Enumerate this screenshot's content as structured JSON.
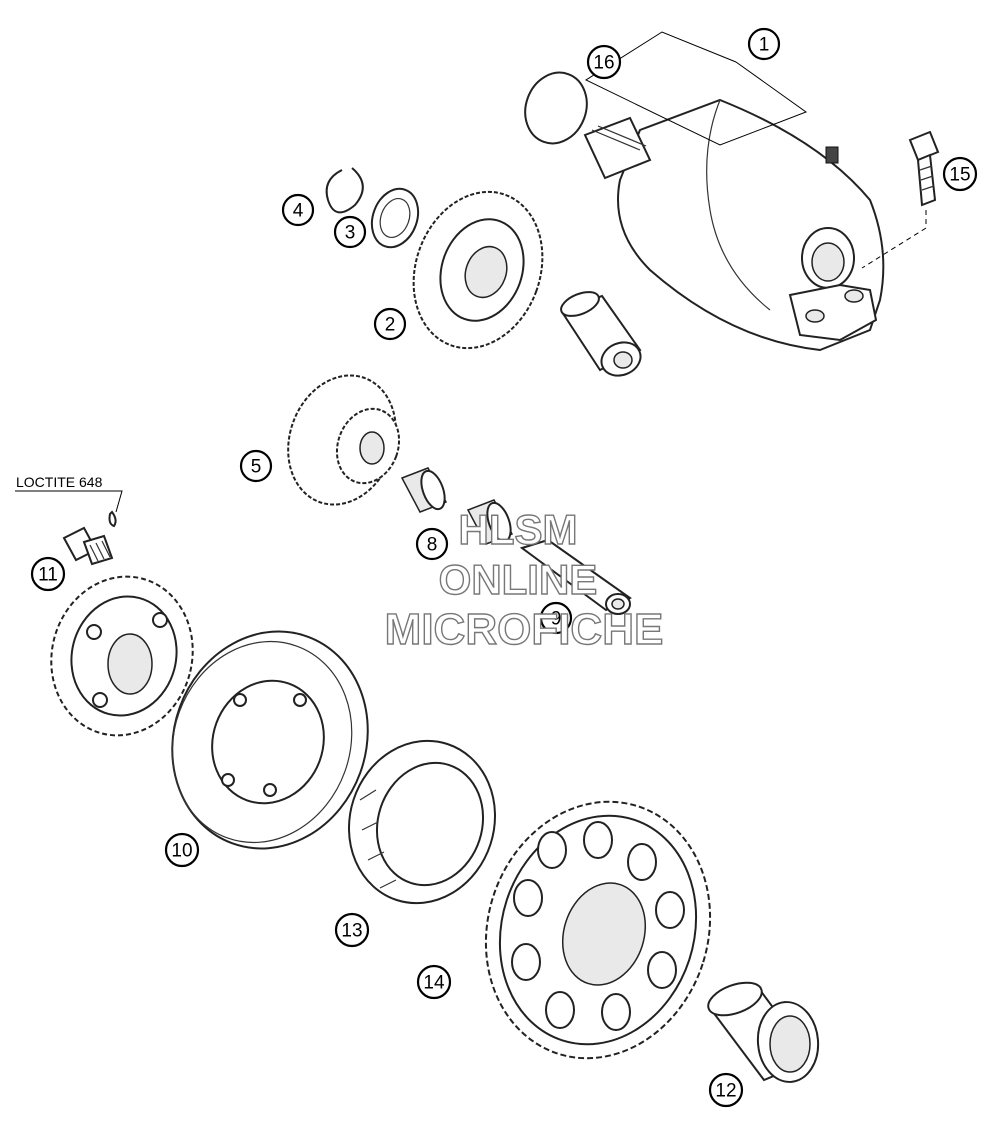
{
  "note": {
    "loctite": "LOCTITE 648"
  },
  "watermark": {
    "line1": "HLSM",
    "line2": "ONLINE",
    "line3": "MICROFICHE"
  },
  "callouts": [
    "1",
    "2",
    "3",
    "4",
    "5",
    "8",
    "9",
    "10",
    "11",
    "12",
    "13",
    "14",
    "15",
    "16"
  ]
}
